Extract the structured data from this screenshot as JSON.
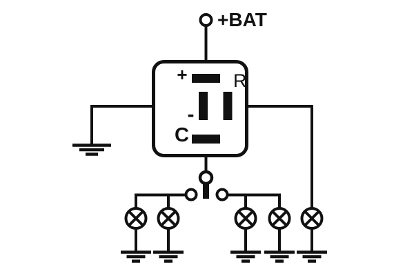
{
  "labels": {
    "battery": "+BAT",
    "relay_plus": "+",
    "relay_r": "R",
    "relay_minus": "-",
    "relay_c": "C"
  },
  "colors": {
    "line": "#111111",
    "background": "#ffffff"
  },
  "icons": {
    "battery_terminal": "open-circle",
    "lamp": "circle-with-x-cross",
    "ground": "three-bar-earth",
    "switch_common": "open-circle-with-lever",
    "switch_contact": "open-circle",
    "relay_terminal": "solid-black-bar"
  }
}
